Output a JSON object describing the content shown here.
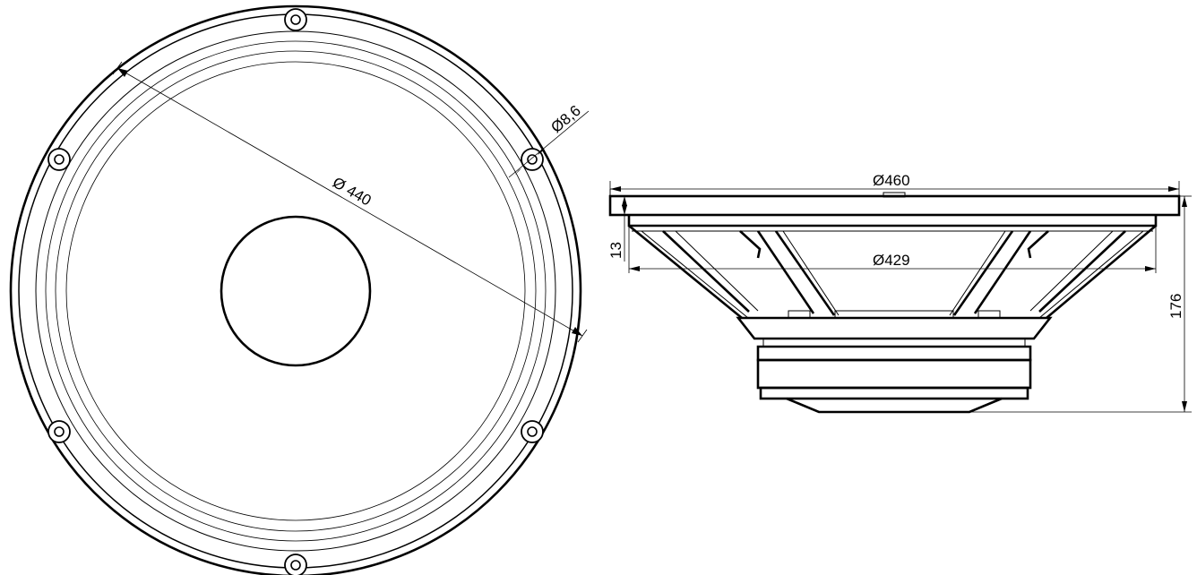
{
  "front_view": {
    "dimension_outer": "Ø 440",
    "dimension_hole": "Ø8,6"
  },
  "side_view": {
    "dimension_frame": "Ø460",
    "dimension_baffle": "Ø429",
    "dimension_flange": "13",
    "dimension_depth": "176"
  }
}
